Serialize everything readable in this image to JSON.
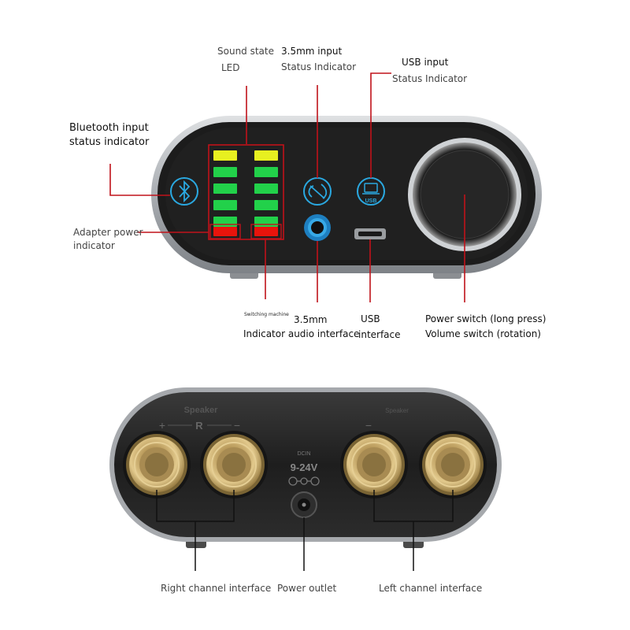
{
  "top_device": {
    "labels": {
      "sound_state_line1": "Sound state",
      "sound_state_line2": "LED",
      "input35_line1": "3.5mm input",
      "input35_line2": "Status Indicator",
      "usb_input_line1": "USB input",
      "usb_input_line2": "Status Indicator",
      "bt_line1": "Bluetooth input",
      "bt_line2": "status indicator",
      "adapter_line1": "Adapter power",
      "adapter_line2": "indicator",
      "switching_machine": "Switching machine",
      "iface35_line1": "3.5mm",
      "iface35_line2": "Indicator audio interface",
      "usb_iface_line1": "USB",
      "usb_iface_line2": "interface",
      "power_line1": "Power switch (long press)",
      "power_line2": "Volume switch (rotation)"
    },
    "icons": {
      "bluetooth": "bluetooth-icon",
      "aux": "aux-cable-icon",
      "usb": "usb-computer-icon",
      "usb_icon_text": "USB"
    },
    "led_meter": {
      "rows": 5,
      "columns": 2,
      "row_colors": [
        "#e7f020",
        "#22d14a",
        "#22d14a",
        "#22d14a",
        "#22d14a"
      ],
      "status_led_color": "#e8140c"
    },
    "colors": {
      "callout_line": "#c0121a",
      "body": "#1e1e1e",
      "frame": "#b9bcc0"
    }
  },
  "bottom_device": {
    "labels": {
      "speaker_right": "Speaker",
      "plus_right": "+",
      "r_mark": "R",
      "minus_right": "−",
      "speaker_left": "Speaker",
      "minus_left": "−",
      "dcin": "DCIN",
      "voltage": "9-24V",
      "right_channel": "Right channel interface",
      "power_outlet": "Power outlet",
      "left_channel": "Left channel interface"
    },
    "colors": {
      "callout_line": "#111111",
      "post_gold": "#c9a864",
      "body": "#232323"
    }
  }
}
